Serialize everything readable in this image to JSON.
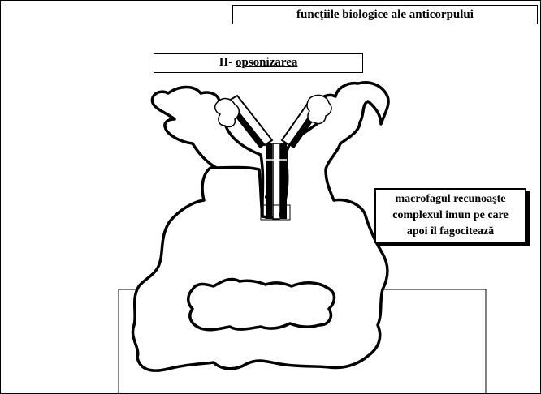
{
  "header": {
    "title": "funcţiile biologice ale anticorpului"
  },
  "section": {
    "number": "II-",
    "name": "opsonizarea"
  },
  "note": {
    "lines": [
      "macrofagul recunoaşte",
      "complexul imun pe care",
      "apoi îl fagocitează"
    ]
  },
  "icons": [
    "macrophage-outline-icon",
    "antibody-icon",
    "antigen-blob-icon",
    "nucleus-icon"
  ]
}
